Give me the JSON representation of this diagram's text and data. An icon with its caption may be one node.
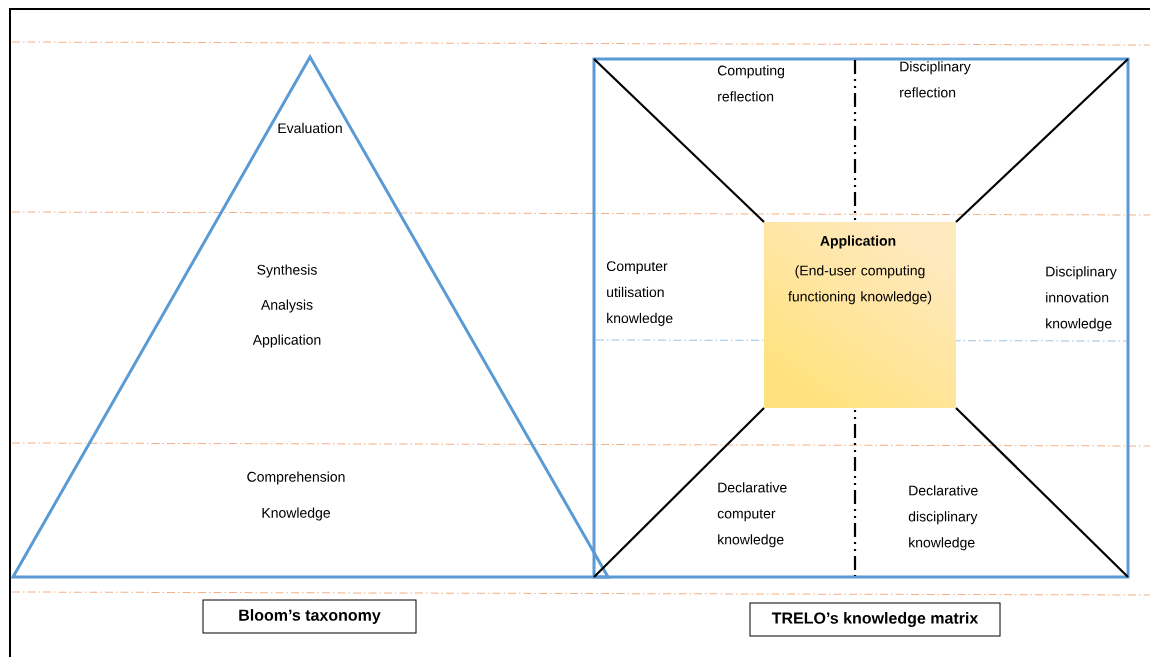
{
  "diagram": {
    "nodes": [
      {
        "text": [
          "Evaluation",
          "Synthesis",
          "Analysis",
          "Application",
          "Comprehension",
          "Knowledge"
        ]
      },
      {
        "text": [
          "Bloom’s taxonomy"
        ]
      },
      {
        "text": [
          "Computing reflection",
          "Disciplinary reflection",
          "Computer utilisation knowledge",
          "Disciplinary innovation knowledge",
          "Declarative computer knowledge",
          "Declarative disciplinary knowledge"
        ]
      },
      {
        "text": [
          "Application",
          "(End-user computing functioning knowledge)"
        ],
        "in": 2
      },
      {
        "text": [
          "TRELO’s knowledge matrix"
        ]
      }
    ],
    "edges": [
      {
        "from": 3,
        "to": 2,
        "arrow": "none"
      },
      {
        "from": 3,
        "to": 2,
        "arrow": "none"
      },
      {
        "from": 3,
        "to": 2,
        "arrow": "none"
      },
      {
        "from": 3,
        "to": 2,
        "arrow": "none"
      }
    ]
  }
}
